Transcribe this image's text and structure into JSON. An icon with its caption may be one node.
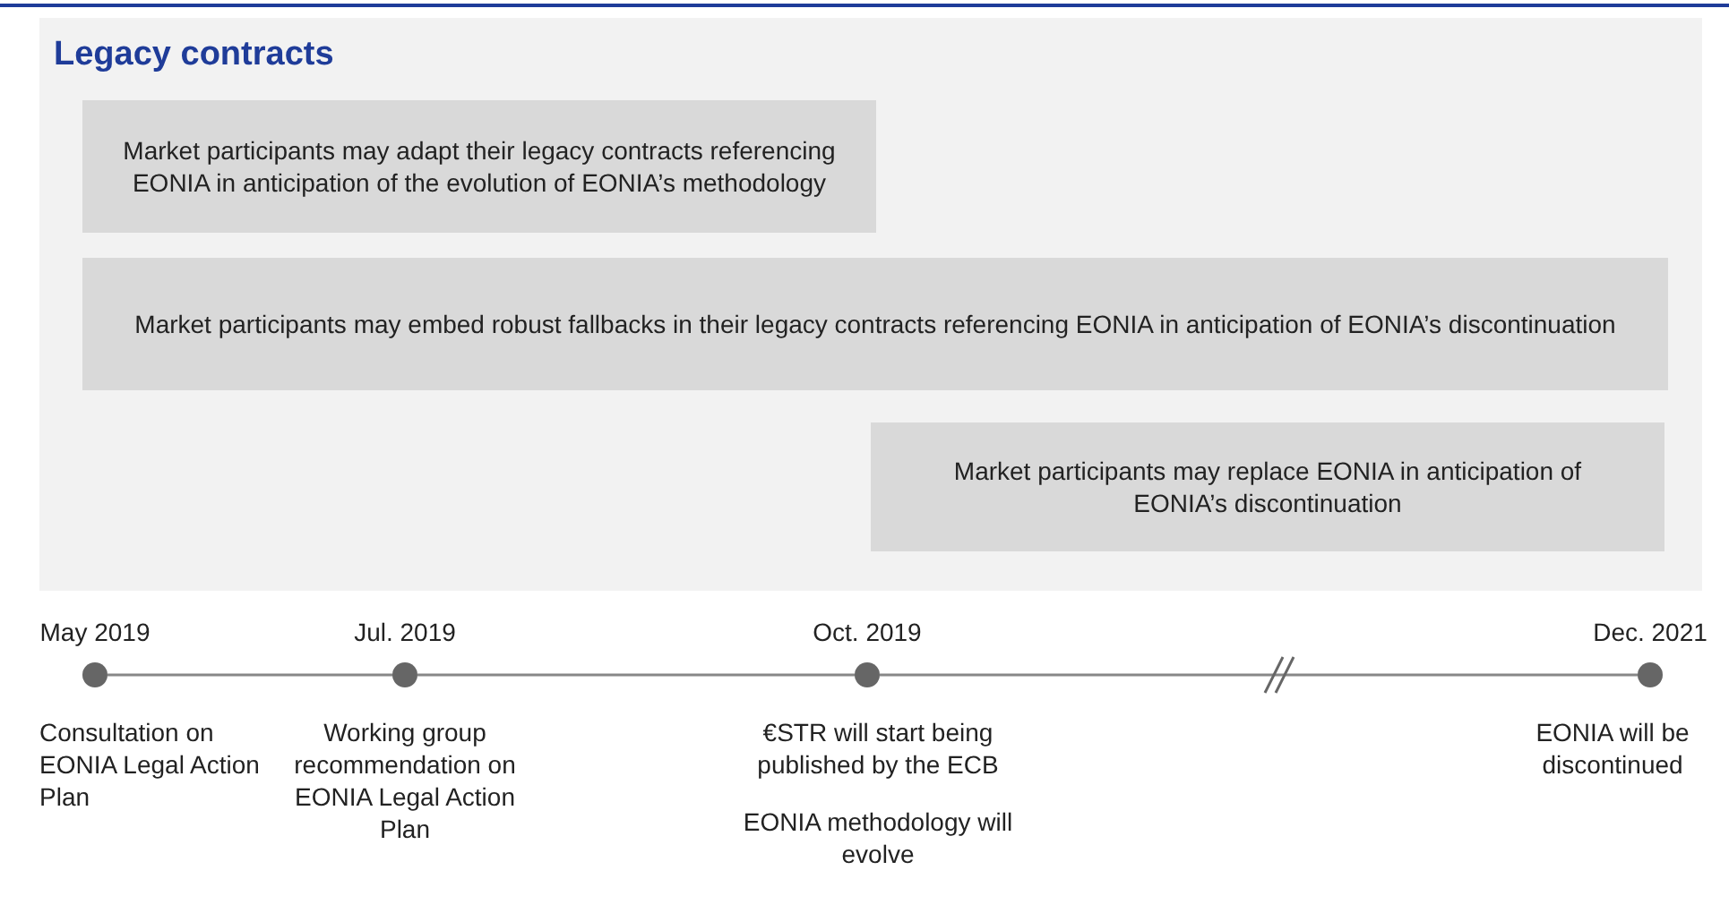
{
  "diagram": {
    "nodes": [
      {
        "text": [
          "Legacy contracts"
        ]
      },
      {
        "text": [
          "Market participants may adapt their legacy contracts referencing EONIA in anticipation of the evolution of EONIA’s methodology"
        ],
        "in": 0
      },
      {
        "text": [
          "Market participants may embed robust fallbacks in their legacy contracts referencing EONIA in anticipation of EONIA’s discontinuation"
        ],
        "in": 0
      },
      {
        "text": [
          "Market participants may replace EONIA in anticipation of EONIA’s discontinuation"
        ],
        "in": 0
      },
      {
        "text": [],
        "shape": "circle",
        "beside": [
          "May 2019",
          "Consultation on EONIA Legal Action Plan"
        ]
      },
      {
        "text": [],
        "shape": "circle",
        "beside": [
          "Jul. 2019",
          "Working group recommendation on EONIA Legal Action Plan"
        ]
      },
      {
        "text": [],
        "shape": "circle",
        "beside": [
          "Oct. 2019",
          "€STR will start being published by the ECB",
          "EONIA methodology will evolve"
        ]
      },
      {
        "text": [],
        "shape": "circle",
        "beside": [
          "Dec. 2021",
          "EONIA will be discontinued"
        ]
      }
    ],
    "edges": [
      {
        "from": 4,
        "to": 5,
        "arrow": "none"
      },
      {
        "from": 5,
        "to": 6,
        "arrow": "none"
      },
      {
        "from": 6,
        "to": 7,
        "arrow": "none"
      }
    ]
  }
}
